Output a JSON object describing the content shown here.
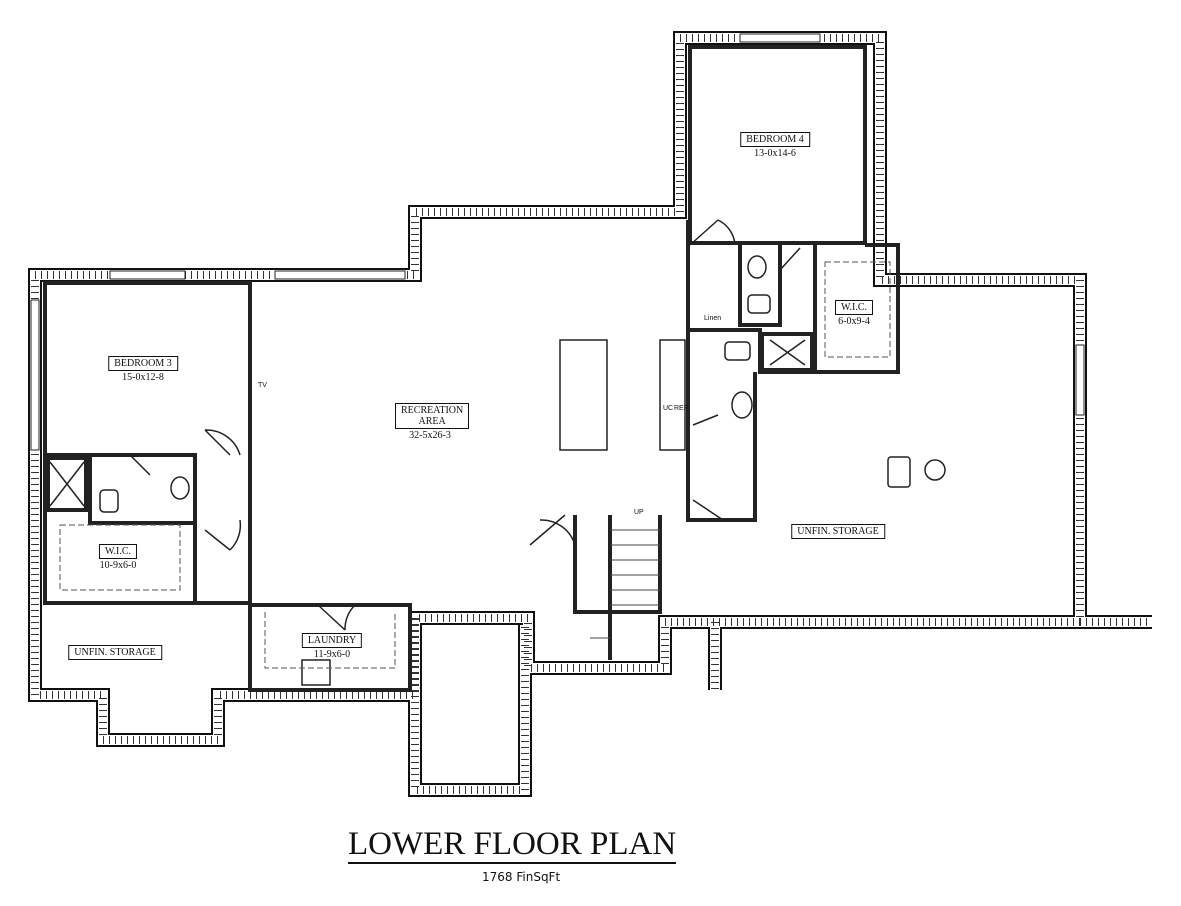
{
  "title": "LOWER FLOOR PLAN",
  "subtitle": "1768 FinSqFt",
  "rooms": {
    "bedroom4": {
      "name": "BEDROOM 4",
      "dim": "13-0x14-6"
    },
    "bedroom3": {
      "name": "BEDROOM 3",
      "dim": "15-0x12-8"
    },
    "recreation": {
      "name": "RECREATION AREA",
      "dim": "32-5x26-3"
    },
    "wic_master": {
      "name": "W.I.C.",
      "dim": "6-0x9-4"
    },
    "wic_bed3": {
      "name": "W.I.C.",
      "dim": "10-9x6-0"
    },
    "laundry": {
      "name": "LAUNDRY",
      "dim": "11-9x6-0"
    },
    "storage_right": {
      "name": "UNFIN. STORAGE"
    },
    "storage_left": {
      "name": "UNFIN. STORAGE"
    }
  },
  "annotations": {
    "linen": "Linen",
    "tv": "TV",
    "uc": "UC",
    "ref": "REF",
    "up": "UP"
  }
}
